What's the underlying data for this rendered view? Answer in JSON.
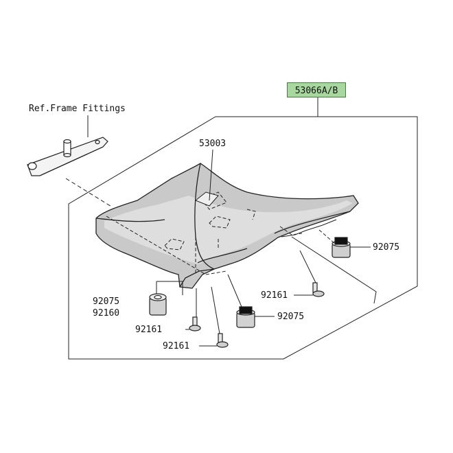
{
  "diagram": {
    "highlight_color": "#a8d8a0",
    "line_color": "#222222",
    "labels": {
      "ref_frame_fittings": "Ref.Frame Fittings",
      "assembly": "53066A/B",
      "part_53003": "53003",
      "part_92075_right": "92075",
      "part_92161_mid": "92161",
      "part_92075_mid": "92075",
      "part_92075_left": "92075",
      "part_92160_left": "92160",
      "part_92161_left": "92161",
      "part_92161_bottom": "92161"
    }
  }
}
